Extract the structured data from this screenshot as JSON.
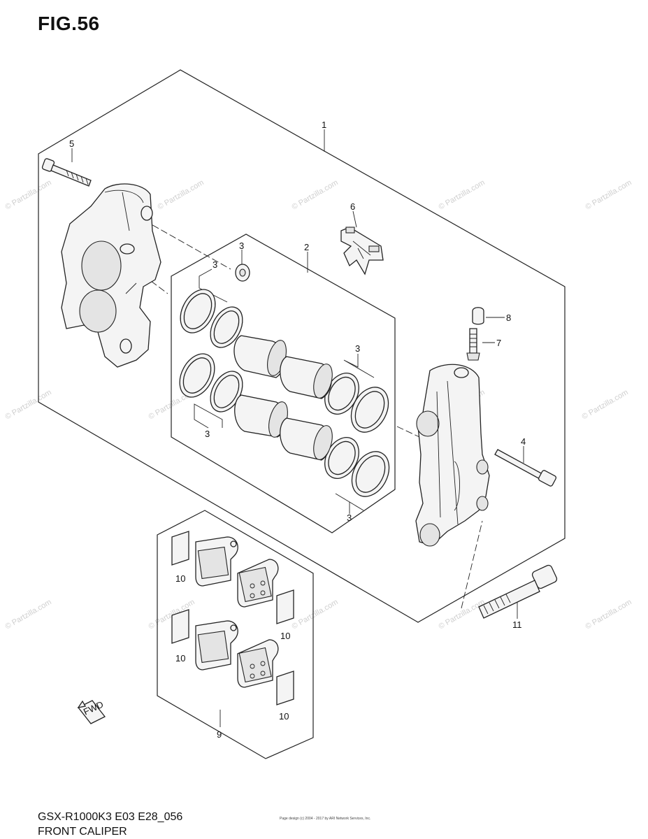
{
  "figure_title": "FIG.56",
  "model_code": "GSX-R1000K3 E03 E28_056",
  "caption": "FRONT CALIPER",
  "footer_small": "Page design (c) 2004 - 2017 by ARI Network Services, Inc.",
  "watermark": "© Partzilla.com",
  "fwd_arrow_label": "FWD",
  "callouts": [
    "1",
    "2",
    "3",
    "3",
    "3",
    "3",
    "3",
    "4",
    "5",
    "6",
    "7",
    "8",
    "9",
    "10",
    "10",
    "10",
    "10",
    "11"
  ]
}
